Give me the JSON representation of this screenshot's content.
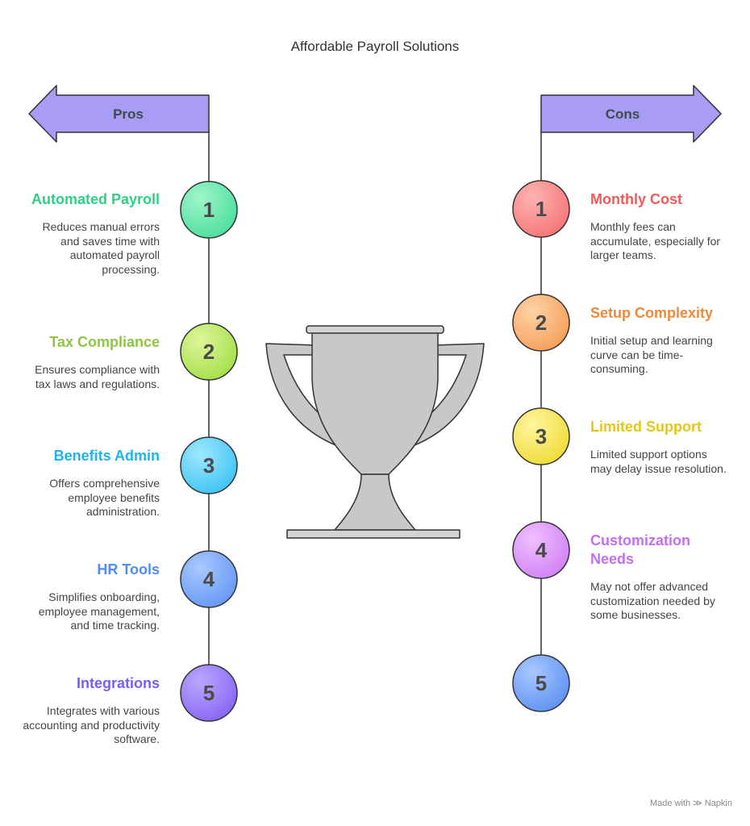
{
  "title": "Affordable Payroll Solutions",
  "pros": {
    "label": "Pros",
    "color": "#a99cf5",
    "items": [
      {
        "number": "1",
        "heading": "Automated Payroll",
        "description": "Reduces manual errors and saves time with automated payroll processing.",
        "color": "#2ecf86"
      },
      {
        "number": "2",
        "heading": "Tax Compliance",
        "description": "Ensures compliance with tax laws and regulations.",
        "color": "#8ec63f"
      },
      {
        "number": "3",
        "heading": "Benefits Admin",
        "description": "Offers comprehensive employee benefits administration.",
        "color": "#1db5e8"
      },
      {
        "number": "4",
        "heading": "HR Tools",
        "description": "Simplifies onboarding, employee management, and time tracking.",
        "color": "#4f8ef5"
      },
      {
        "number": "5",
        "heading": "Integrations",
        "description": "Integrates with various accounting and productivity software.",
        "color": "#7a5cf5"
      }
    ]
  },
  "cons": {
    "label": "Cons",
    "color": "#a99cf5",
    "items": [
      {
        "number": "1",
        "heading": "Monthly Cost",
        "description": "Monthly fees can accumulate, especially for larger teams.",
        "color": "#f05a5a"
      },
      {
        "number": "2",
        "heading": "Setup Complexity",
        "description": "Initial setup and learning curve can be time-consuming.",
        "color": "#f0883a"
      },
      {
        "number": "3",
        "heading": "Limited Support",
        "description": "Limited support options may delay issue resolution.",
        "color": "#e6c619"
      },
      {
        "number": "4",
        "heading": "Customization Needs",
        "description": "May not offer advanced customization needed by some businesses.",
        "color": "#c46ef0"
      },
      {
        "number": "5",
        "heading": "",
        "description": "",
        "color": "#4f8ef5"
      }
    ]
  },
  "footer": {
    "text": "Made with",
    "brand": "Napkin",
    "icon": "napkin-logo-icon"
  }
}
